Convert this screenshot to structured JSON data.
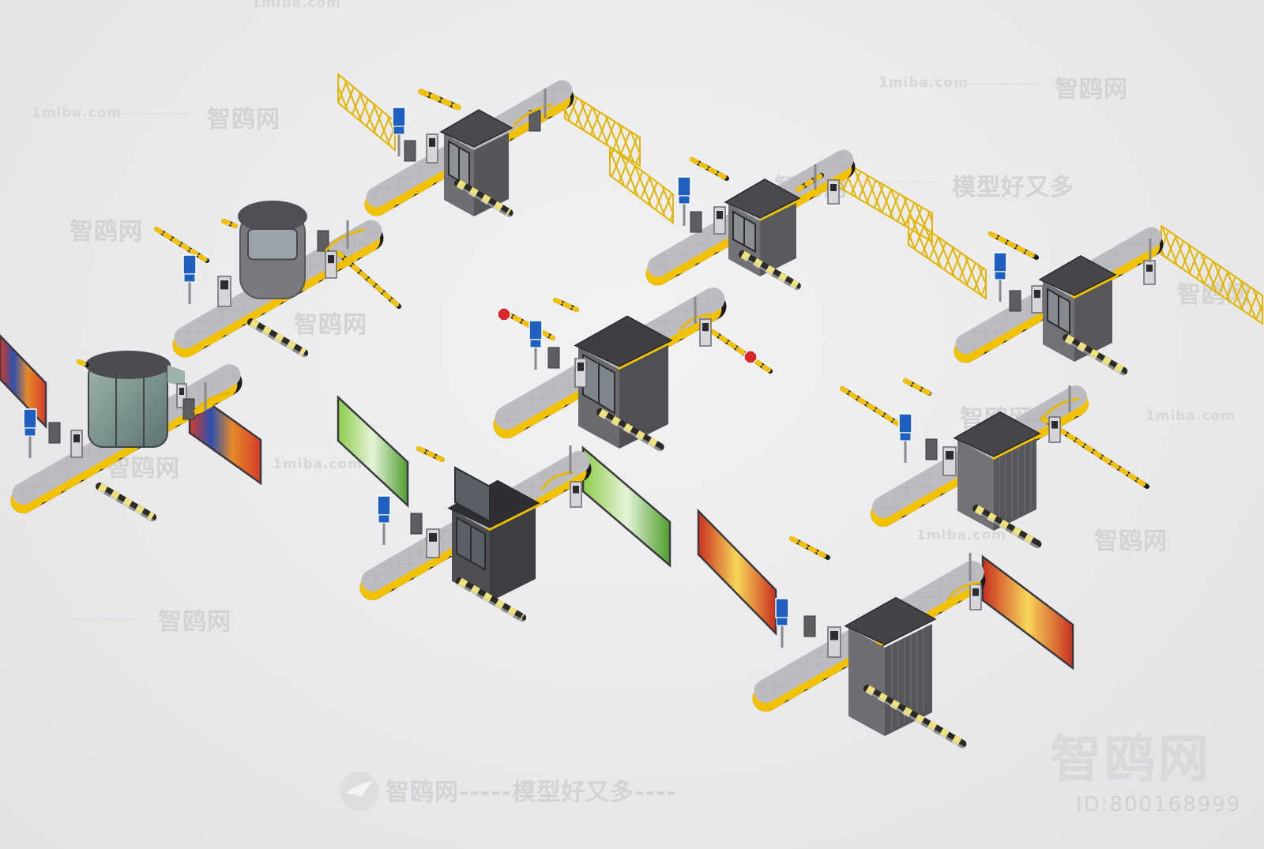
{
  "watermarks": {
    "site_top": "1miba.com",
    "site_left": "1miba.com",
    "site_right_top": "1miba.com",
    "site_mid": "1miba.com",
    "site_right_mid": "1miba.com",
    "site_bottom_mid": "1miba.com",
    "brand": "智鸥网",
    "slogan": "模型好又多",
    "bottom_banner": "智鸥网-----模型好又多----",
    "corner_brand": "智鸥网",
    "id_label": "ID:800168999",
    "dash_line": "—————"
  },
  "colors": {
    "hazard_yellow": "#f2c200",
    "hazard_black": "#1a1a1a",
    "booth_dark": "#4a4a4d",
    "booth_mid": "#6d6d70",
    "island_top": "#b9b9bd",
    "parking_sign_blue": "#1f5fbf",
    "stop_sign_red": "#d8262b"
  }
}
